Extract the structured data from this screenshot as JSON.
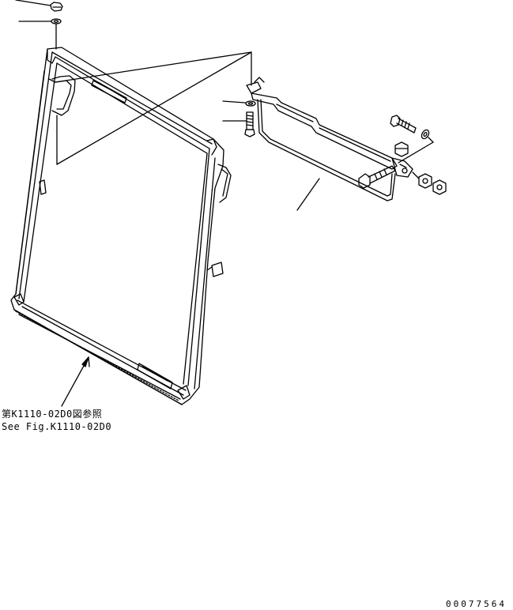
{
  "reference": {
    "japanese": "第K1110-02D0図参照",
    "english": "See Fig.K1110-02D0"
  },
  "drawing_number": "00077564"
}
